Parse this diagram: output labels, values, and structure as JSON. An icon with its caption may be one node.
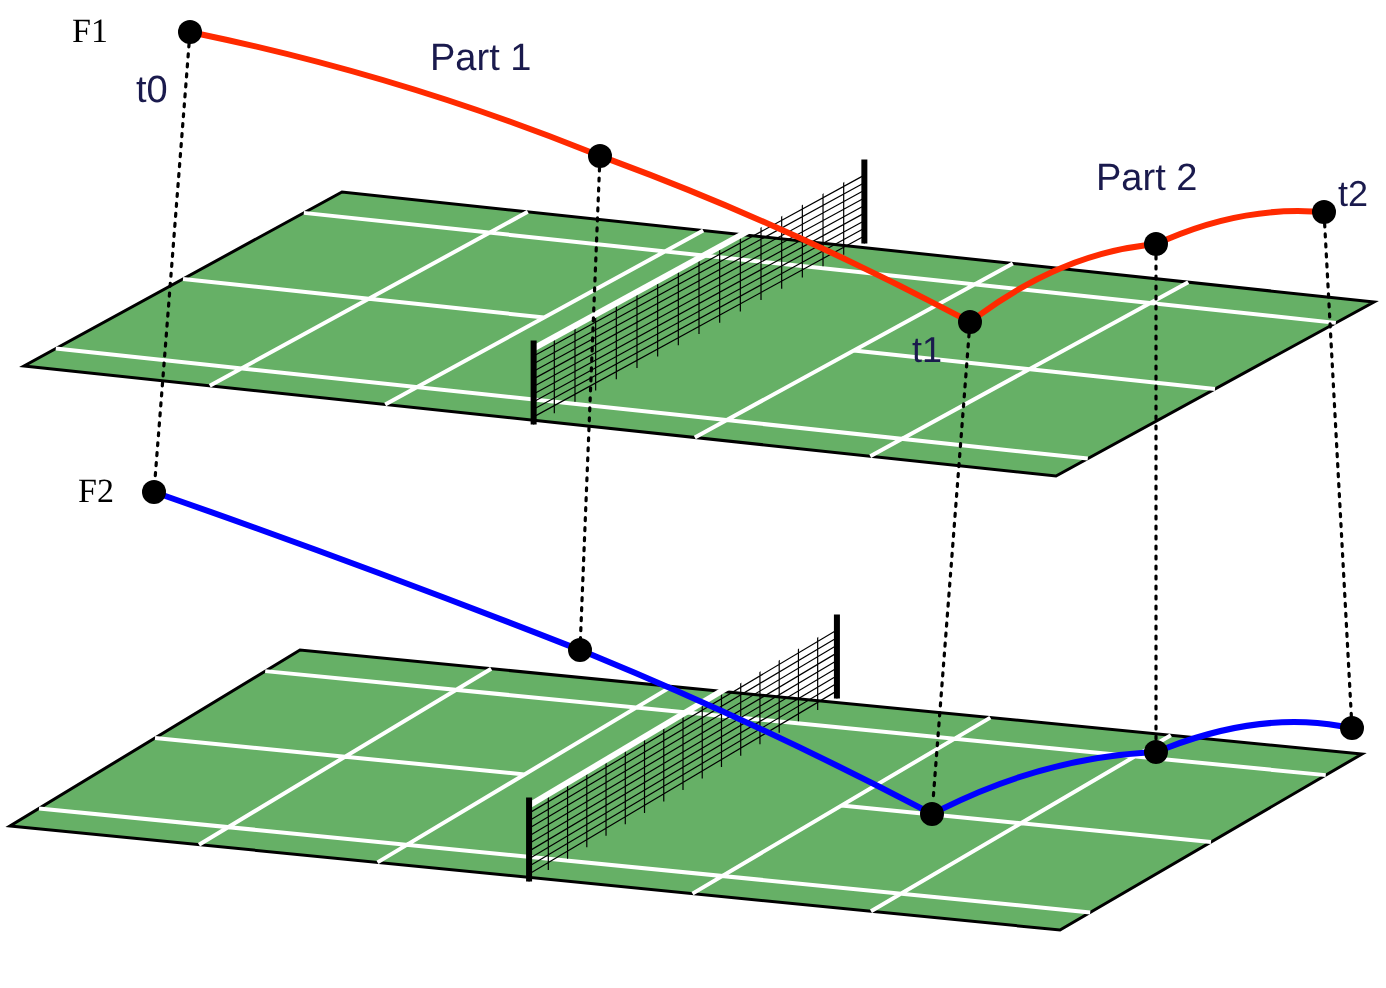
{
  "diagram": {
    "nodes": [
      {
        "text": [],
        "shape": "circle",
        "beside": [
          "F1"
        ]
      },
      {
        "text": [],
        "shape": "circle"
      },
      {
        "text": [],
        "shape": "circle",
        "beside": [
          "t1"
        ]
      },
      {
        "text": [],
        "shape": "circle"
      },
      {
        "text": [],
        "shape": "circle",
        "beside": [
          "t2"
        ]
      },
      {
        "text": [],
        "shape": "circle",
        "beside": [
          "F2"
        ]
      },
      {
        "text": [],
        "shape": "circle"
      },
      {
        "text": [],
        "shape": "circle"
      },
      {
        "text": [],
        "shape": "circle"
      },
      {
        "text": [],
        "shape": "circle"
      }
    ],
    "edges": [
      {
        "from": 0,
        "to": 1,
        "arrow": "none",
        "color": "#ff2a00"
      },
      {
        "from": 1,
        "to": 2,
        "arrow": "none",
        "color": "#ff2a00"
      },
      {
        "from": 2,
        "to": 3,
        "arrow": "none",
        "color": "#ff2a00"
      },
      {
        "from": 3,
        "to": 4,
        "arrow": "none",
        "color": "#ff2a00"
      },
      {
        "from": 5,
        "to": 6,
        "arrow": "none",
        "color": "#0000ff"
      },
      {
        "from": 6,
        "to": 7,
        "arrow": "none",
        "color": "#0000ff"
      },
      {
        "from": 7,
        "to": 8,
        "arrow": "none",
        "color": "#0000ff"
      },
      {
        "from": 8,
        "to": 9,
        "arrow": "none",
        "color": "#0000ff"
      },
      {
        "from": 0,
        "to": 5,
        "arrow": "none",
        "style": "dashed"
      },
      {
        "from": 1,
        "to": 6,
        "arrow": "none",
        "style": "dashed"
      },
      {
        "from": 2,
        "to": 7,
        "arrow": "none",
        "style": "dashed"
      },
      {
        "from": 3,
        "to": 8,
        "arrow": "none",
        "style": "dashed"
      },
      {
        "from": 4,
        "to": 9,
        "arrow": "none",
        "style": "dashed"
      }
    ],
    "labels": [
      "t0",
      "Part 1",
      "Part 2"
    ]
  }
}
